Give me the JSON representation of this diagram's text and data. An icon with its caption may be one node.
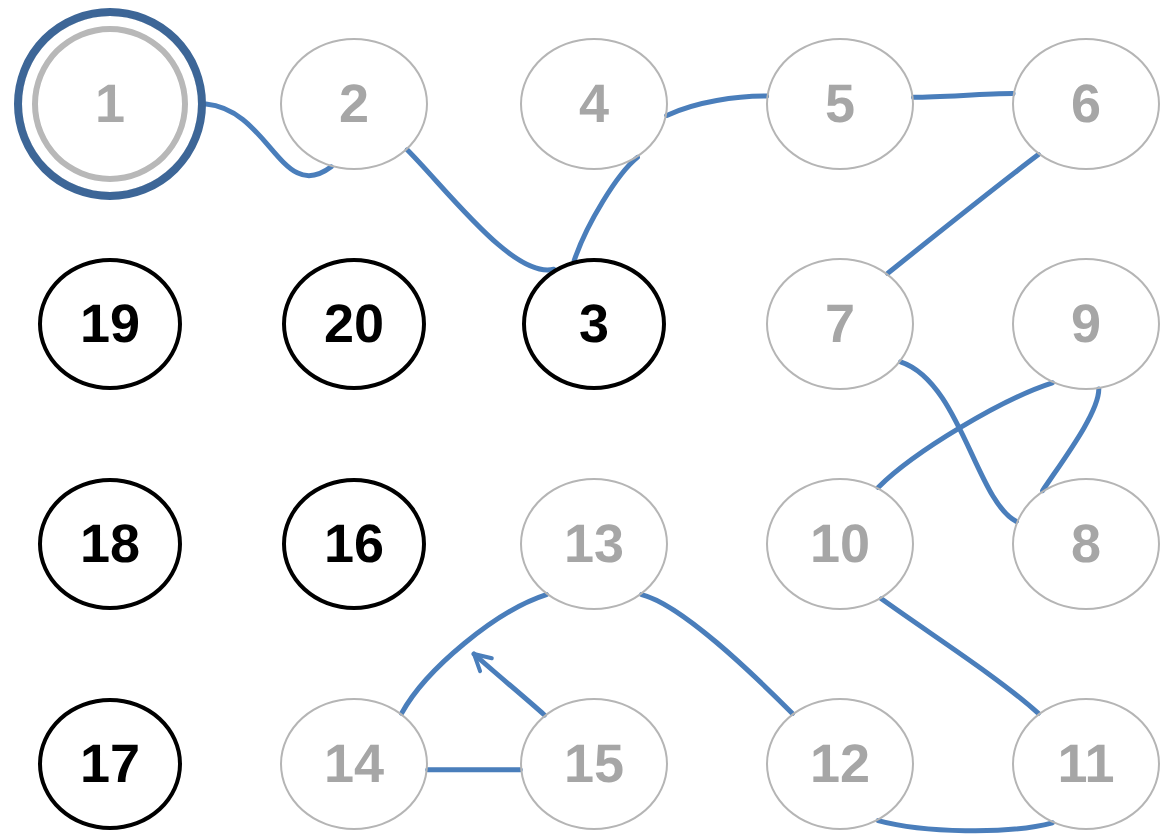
{
  "diagram": {
    "nodes": [
      {
        "text": [
          "1"
        ]
      },
      {
        "text": [
          "2"
        ]
      },
      {
        "text": [
          "4"
        ]
      },
      {
        "text": [
          "5"
        ]
      },
      {
        "text": [
          "6"
        ]
      },
      {
        "text": [
          "19"
        ]
      },
      {
        "text": [
          "20"
        ]
      },
      {
        "text": [
          "3"
        ]
      },
      {
        "text": [
          "7"
        ]
      },
      {
        "text": [
          "9"
        ]
      },
      {
        "text": [
          "18"
        ]
      },
      {
        "text": [
          "16"
        ]
      },
      {
        "text": [
          "13"
        ]
      },
      {
        "text": [
          "10"
        ]
      },
      {
        "text": [
          "8"
        ]
      },
      {
        "text": [
          "17"
        ]
      },
      {
        "text": [
          "14"
        ]
      },
      {
        "text": [
          "15"
        ]
      },
      {
        "text": [
          "12"
        ]
      },
      {
        "text": [
          "11"
        ]
      }
    ],
    "edges": [
      {
        "from": 0,
        "to": 1,
        "arrow": "none"
      },
      {
        "from": 1,
        "to": 7,
        "arrow": "none"
      },
      {
        "from": 7,
        "to": 2,
        "arrow": "none"
      },
      {
        "from": 2,
        "to": 3,
        "arrow": "none"
      },
      {
        "from": 3,
        "to": 4,
        "arrow": "none"
      },
      {
        "from": 4,
        "to": 8,
        "arrow": "none"
      },
      {
        "from": 8,
        "to": 14,
        "arrow": "none"
      },
      {
        "from": 14,
        "to": 9,
        "arrow": "none"
      },
      {
        "from": 9,
        "to": 13,
        "arrow": "none"
      },
      {
        "from": 13,
        "to": 19,
        "arrow": "none"
      },
      {
        "from": 19,
        "to": 18,
        "arrow": "none"
      },
      {
        "from": 18,
        "to": 12,
        "arrow": "none"
      },
      {
        "from": 12,
        "to": 16,
        "arrow": "none"
      },
      {
        "from": 16,
        "to": 17,
        "arrow": "none"
      },
      {
        "from": 17,
        "to": null,
        "arrow": "to"
      }
    ]
  }
}
